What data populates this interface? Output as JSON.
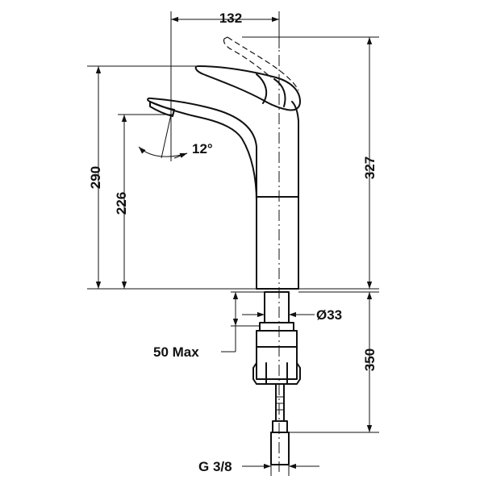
{
  "title": "",
  "dimensions": {
    "spout_reach": "132",
    "total_height": "327",
    "body_height": "290",
    "spout_height": "226",
    "spout_angle": "12°",
    "base_diameter": "Ø33",
    "max_thickness": "50 Max",
    "shank_length": "350",
    "connection": "G 3/8"
  },
  "colors": {
    "line": "#111111",
    "background": "#ffffff"
  }
}
